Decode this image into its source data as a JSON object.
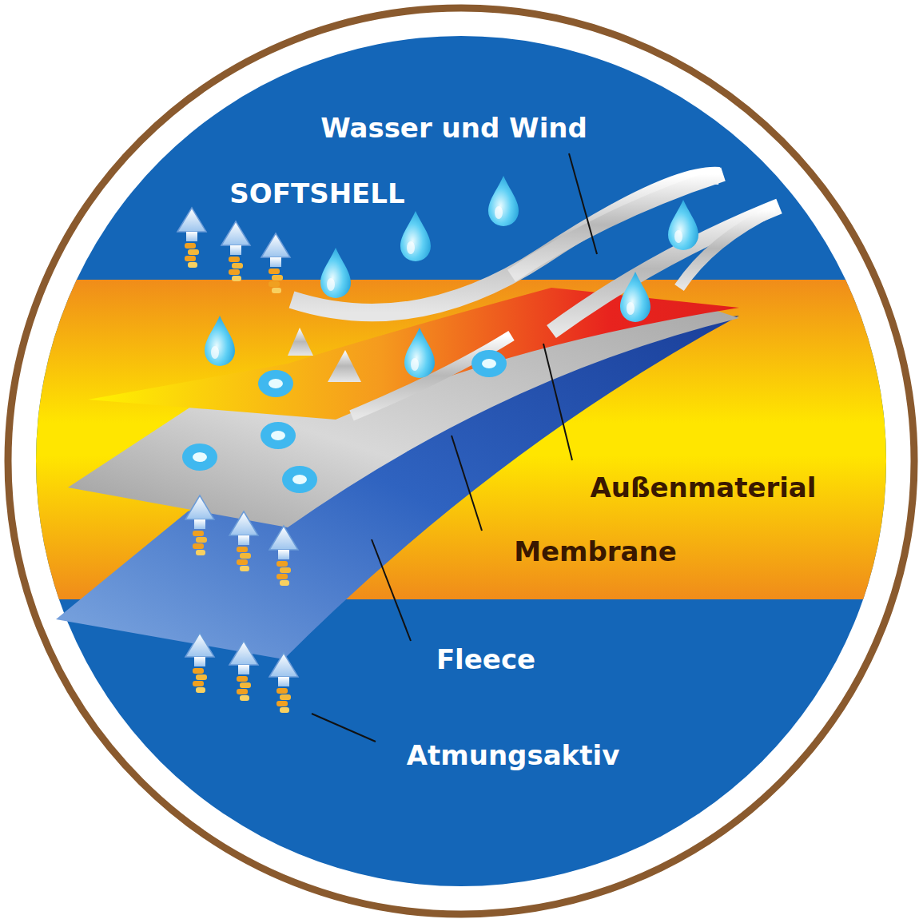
{
  "diagram": {
    "title": "SOFTSHELL",
    "labels": [
      "Wasser und Wind",
      "Außenmaterial",
      "Membrane",
      "Fleece",
      "Atmungsaktiv"
    ]
  }
}
